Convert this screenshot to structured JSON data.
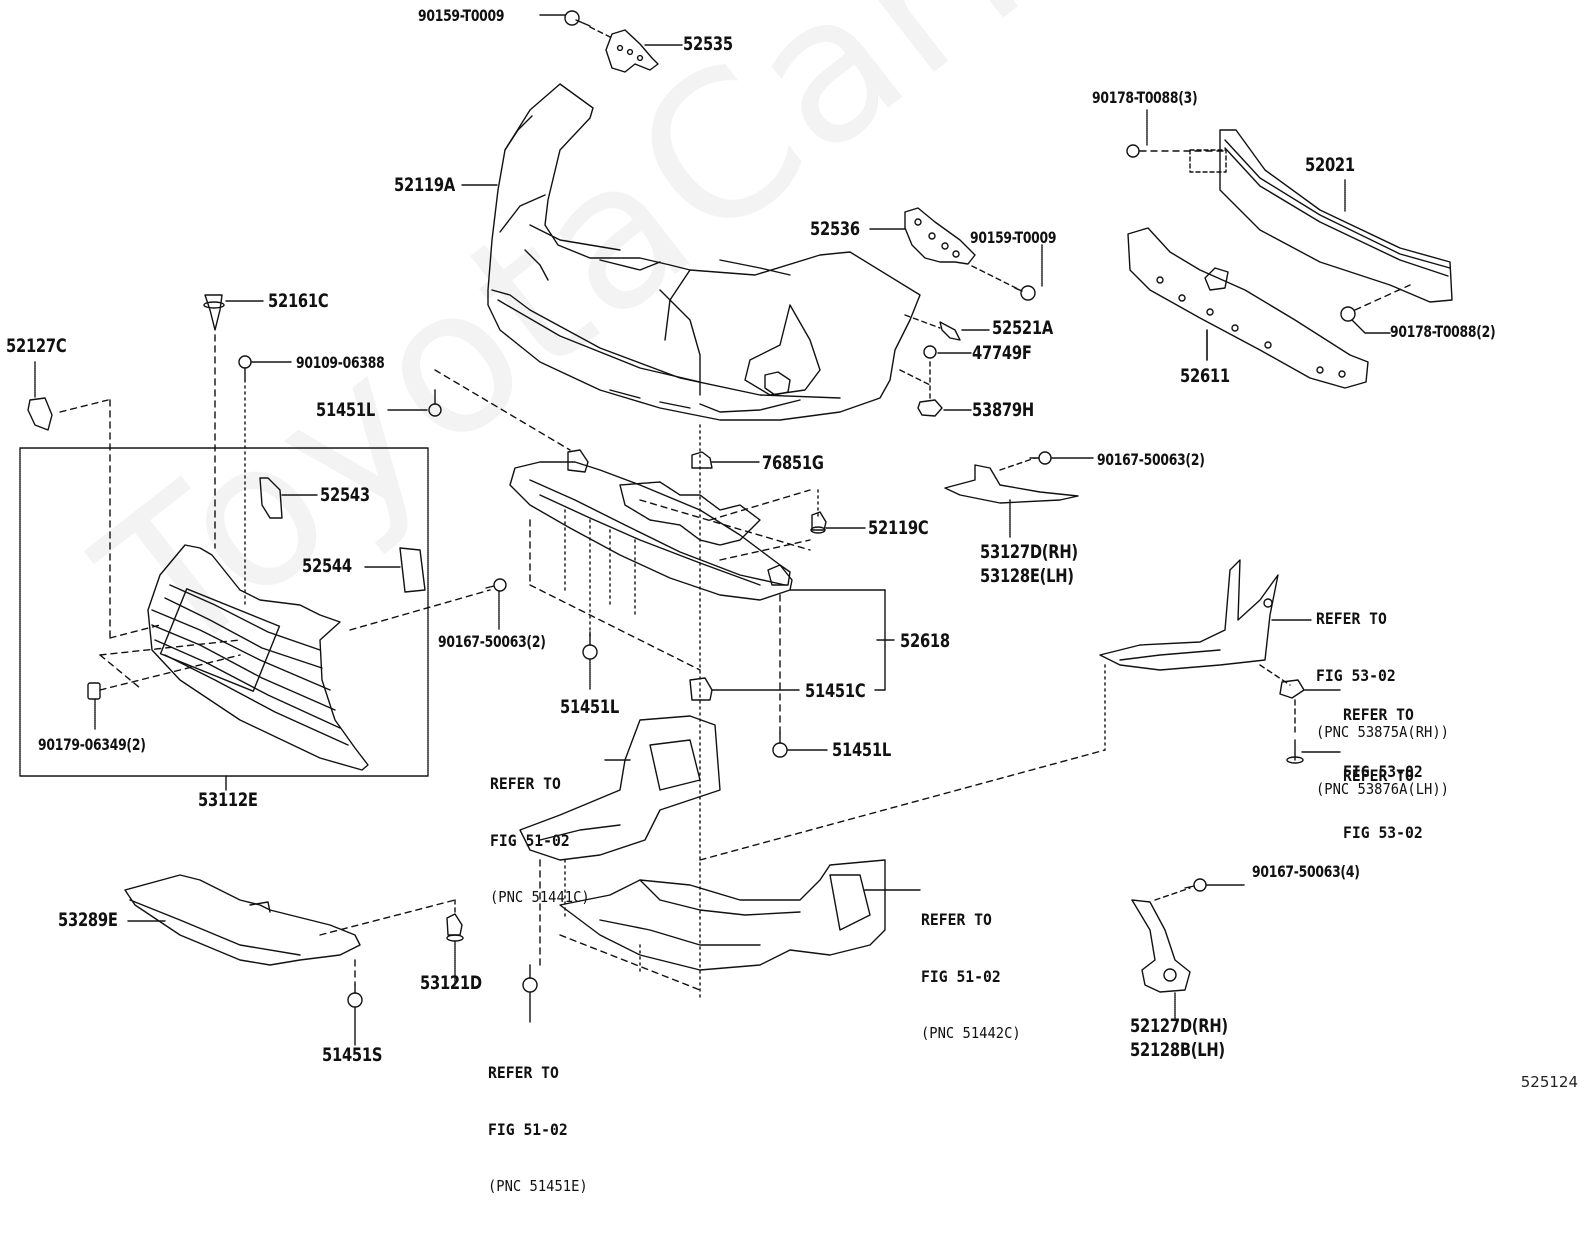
{
  "diagram": {
    "title": "Front bumper & under cover parts illustration",
    "figure_number": "525124",
    "watermark": "ToyotaCarMiner.ru",
    "parts": {
      "p90159_top": "90159-T0009",
      "p52535": "52535",
      "p52119A": "52119A",
      "p52536": "52536",
      "p90159_mid": "90159-T0009",
      "p90178_3": "90178-T0088(3)",
      "p52021": "52021",
      "p90178_2": "90178-T0088(2)",
      "p52611": "52611",
      "p52521A": "52521A",
      "p47749F": "47749F",
      "p53879H": "53879H",
      "p52161C": "52161C",
      "p52127C": "52127C",
      "p90109": "90109-06388",
      "p51451L_a": "51451L",
      "p76851G": "76851G",
      "p52119C": "52119C",
      "p90167_2a": "90167-50063(2)",
      "p53127D": "53127D(RH)",
      "p53128E": "53128E(LH)",
      "p52543": "52543",
      "p52544": "52544",
      "p90167_2b": "90167-50063(2)",
      "p52618": "52618",
      "p51451L_b": "51451L",
      "p51451C": "51451C",
      "p51451L_c": "51451L",
      "p90179": "90179-06349(2)",
      "p53112E": "53112E",
      "p53289E": "53289E",
      "p53121D": "53121D",
      "p51451S": "51451S",
      "p90167_4": "90167-50063(4)",
      "p52127D": "52127D(RH)",
      "p52128B": "52128B(LH)"
    },
    "references": {
      "r_5302_a": {
        "line1": "REFER TO",
        "line2": "FIG 53-02",
        "line3": "(PNC 53875A(RH))",
        "line4": "(PNC 53876A(LH))"
      },
      "r_5302_b": {
        "line1": "REFER TO",
        "line2": "FIG 53-02"
      },
      "r_5302_c": {
        "line1": "REFER TO",
        "line2": "FIG 53-02"
      },
      "r_5102_a": {
        "line1": "REFER TO",
        "line2": "FIG 51-02",
        "line3": "(PNC 51441C)"
      },
      "r_5102_b": {
        "line1": "REFER TO",
        "line2": "FIG 51-02",
        "line3": "(PNC 51442C)"
      },
      "r_5102_c": {
        "line1": "REFER TO",
        "line2": "FIG 51-02",
        "line3": "(PNC 51451E)"
      }
    }
  }
}
